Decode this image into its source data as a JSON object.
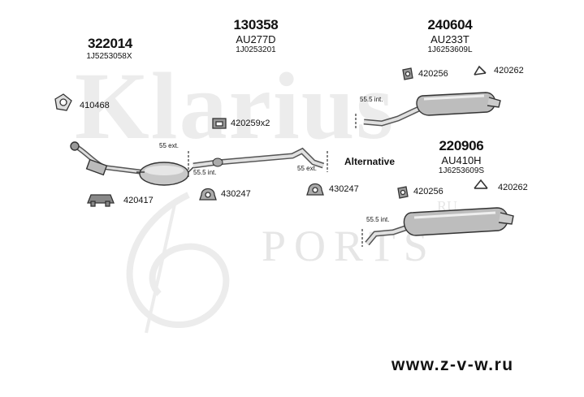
{
  "watermark": {
    "brand": "Klarius",
    "sub": "PORTS",
    "ru": "RU"
  },
  "website": "www.z-v-w.ru",
  "alternative_label": "Alternative",
  "groups": {
    "g322014": {
      "number": "322014",
      "oem": "1J5253058X"
    },
    "g130358": {
      "number": "130358",
      "code": "AU277D",
      "oem": "1J0253201"
    },
    "g240604": {
      "number": "240604",
      "code": "AU233T",
      "oem": "1J6253609L"
    },
    "g220906": {
      "number": "220906",
      "code": "AU410H",
      "oem": "1J6253609S"
    }
  },
  "parts": {
    "p410468": "410468",
    "p420259": "420259x2",
    "p420417": "420417",
    "p430247a": "430247",
    "p430247b": "430247",
    "p420256a": "420256",
    "p420262a": "420262",
    "p420256b": "420256",
    "p420262b": "420262"
  },
  "dimensions": {
    "d1": "55 ext.",
    "d2": "55.5 int.",
    "d3": "55 ext.",
    "d4": "55.5 int.",
    "d5": "55.5 int."
  }
}
